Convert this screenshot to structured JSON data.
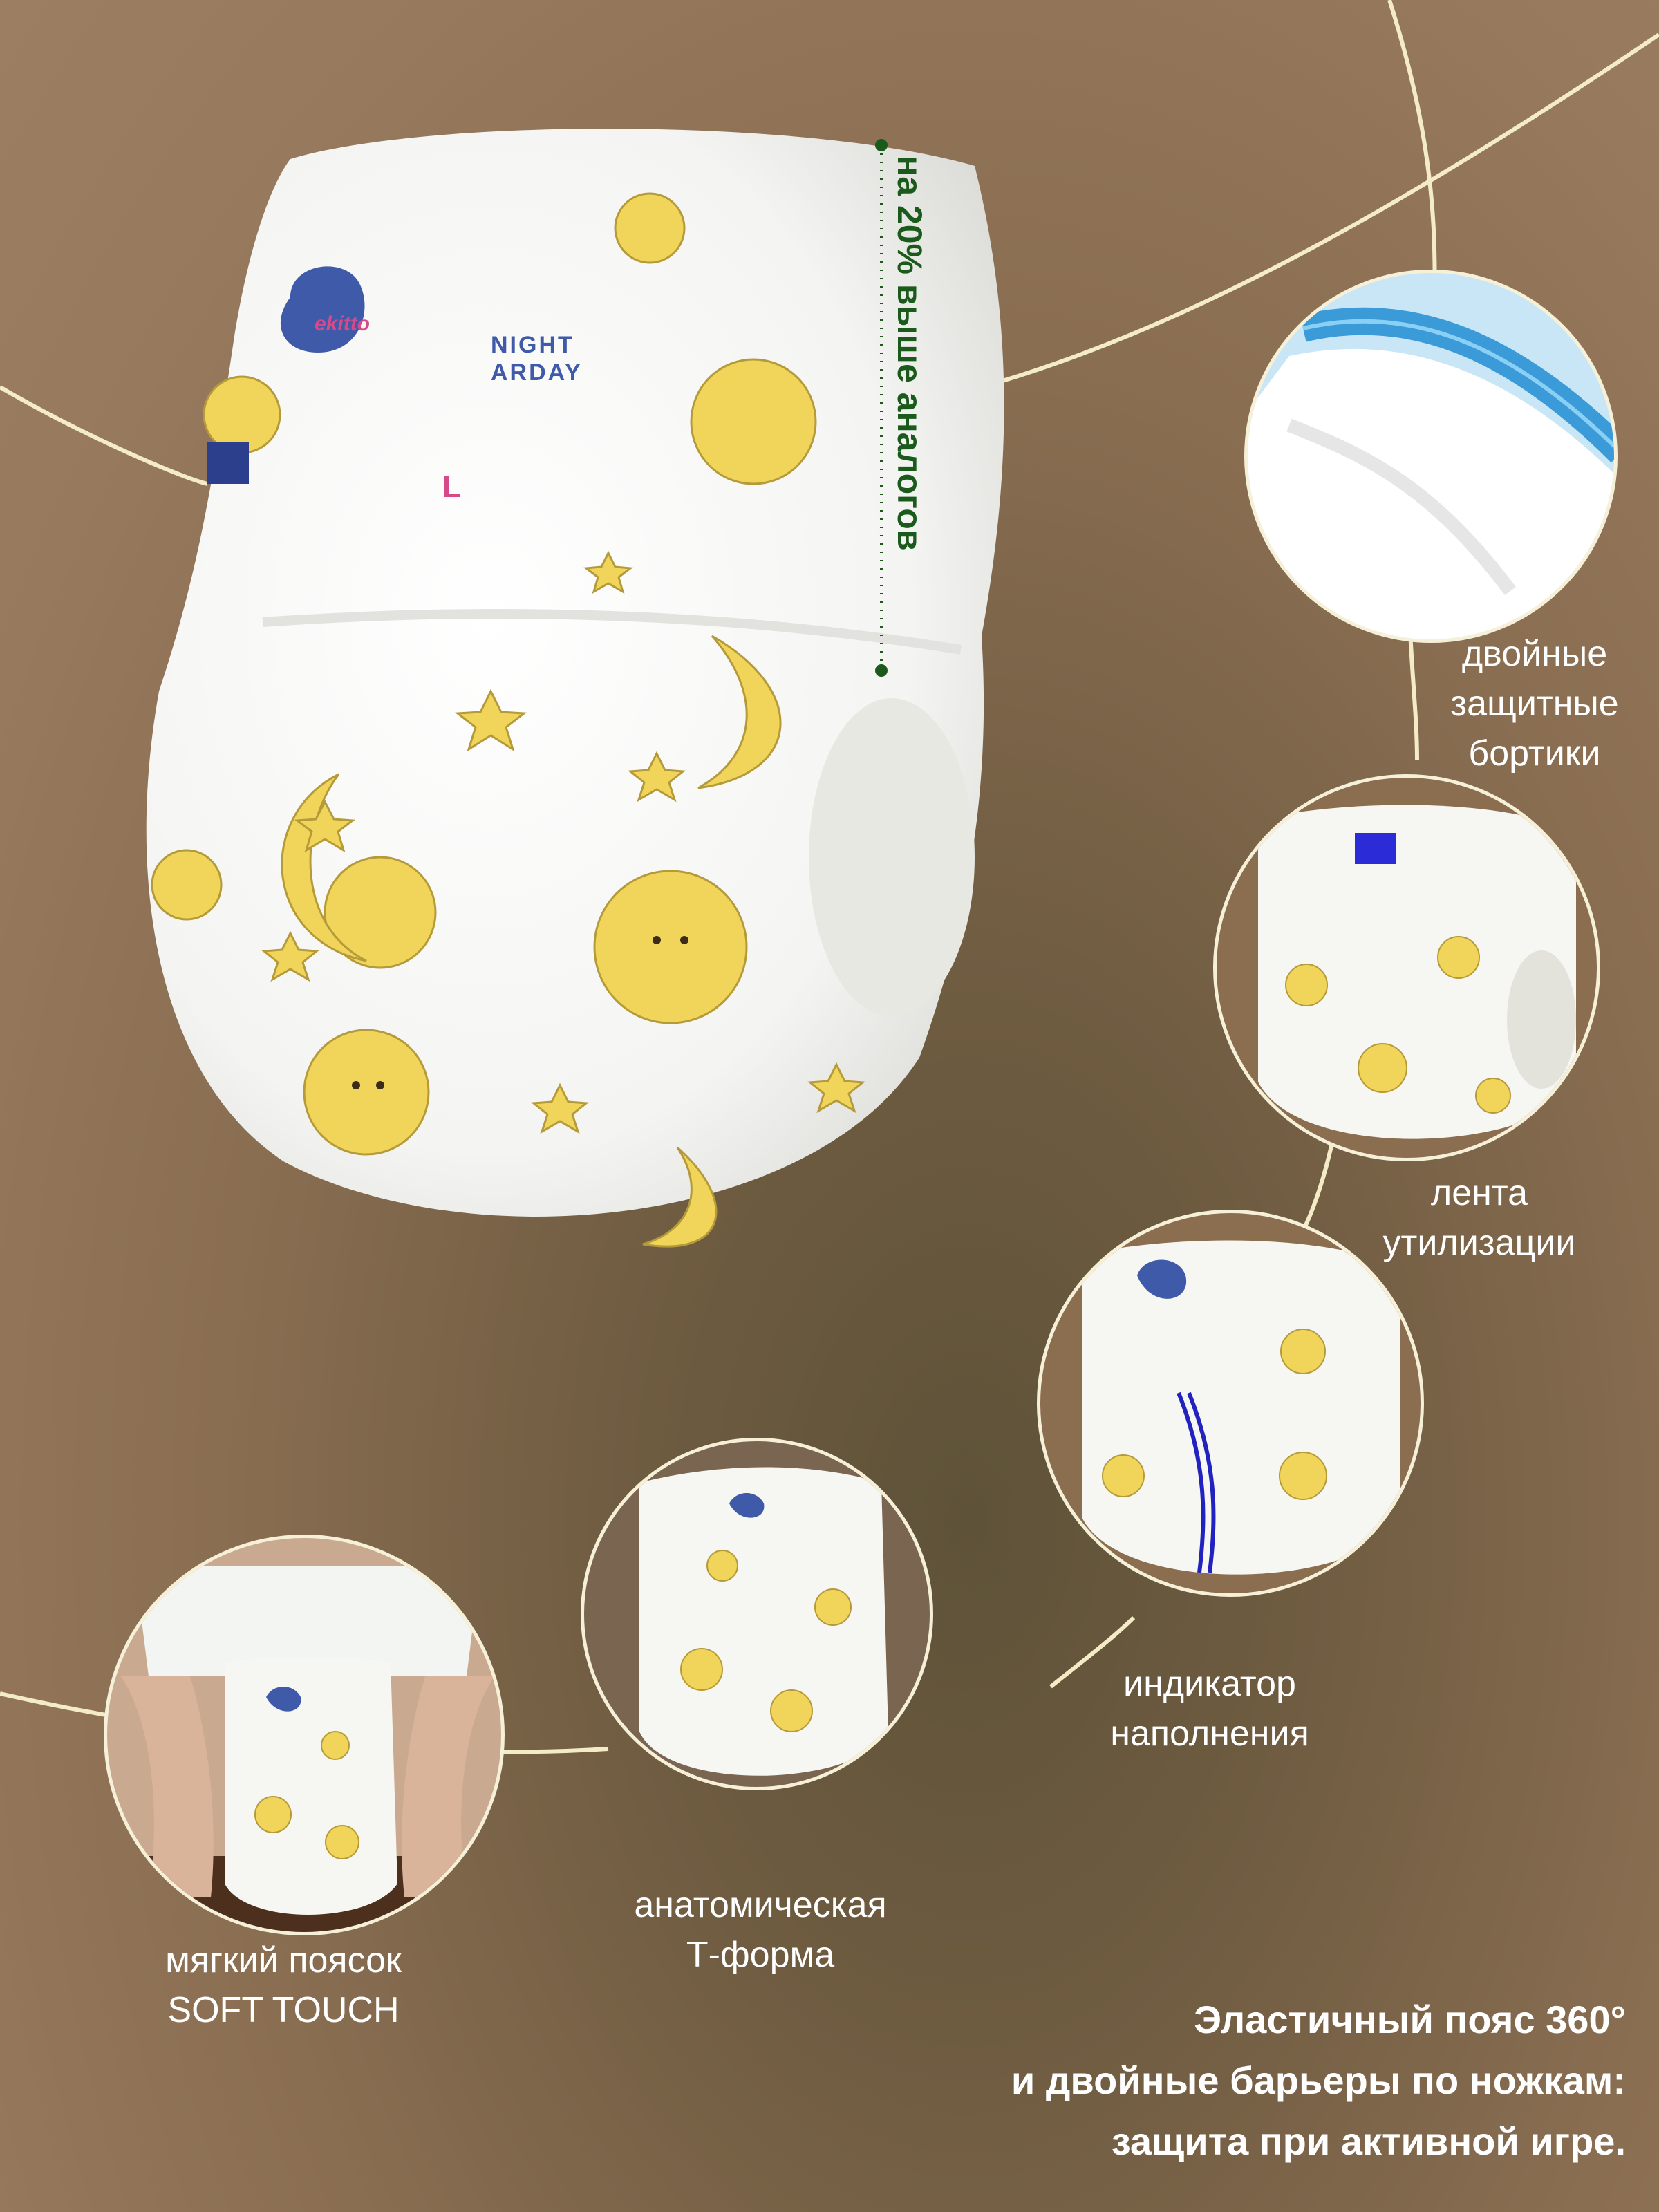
{
  "colors": {
    "line": "#f3ecc6",
    "background": "#8a6e52",
    "accent_green": "#1a5a1a",
    "label_text": "#ffffff"
  },
  "main_product": {
    "brand_mark": "ekitto",
    "product_name_line1": "NIGHT",
    "product_name_line2": "ARDAY",
    "size_mark": "L",
    "height_claim": "на 20% выше аналогов"
  },
  "features": [
    {
      "line1": "двойные",
      "line2": "защитные",
      "line3": "бортики",
      "icon": "blue-leg-barrier-closeup"
    },
    {
      "line1": "лента",
      "line2": "утилизации",
      "icon": "diaper-rear-with-tape"
    },
    {
      "line1": "индикатор",
      "line2": "наполнения",
      "icon": "diaper-with-wetness-indicator"
    },
    {
      "line1": "анатомическая",
      "line2": "Т-форма",
      "icon": "diaper-front-t-shape"
    },
    {
      "line1": "мягкий поясок",
      "line2": "SOFT TOUCH",
      "icon": "hands-stretching-diaper"
    }
  ],
  "tagline": {
    "line1": "Эластичный пояс 360°",
    "line2": "и двойные барьеры по ножкам:",
    "line3": "защита при активной игре."
  }
}
